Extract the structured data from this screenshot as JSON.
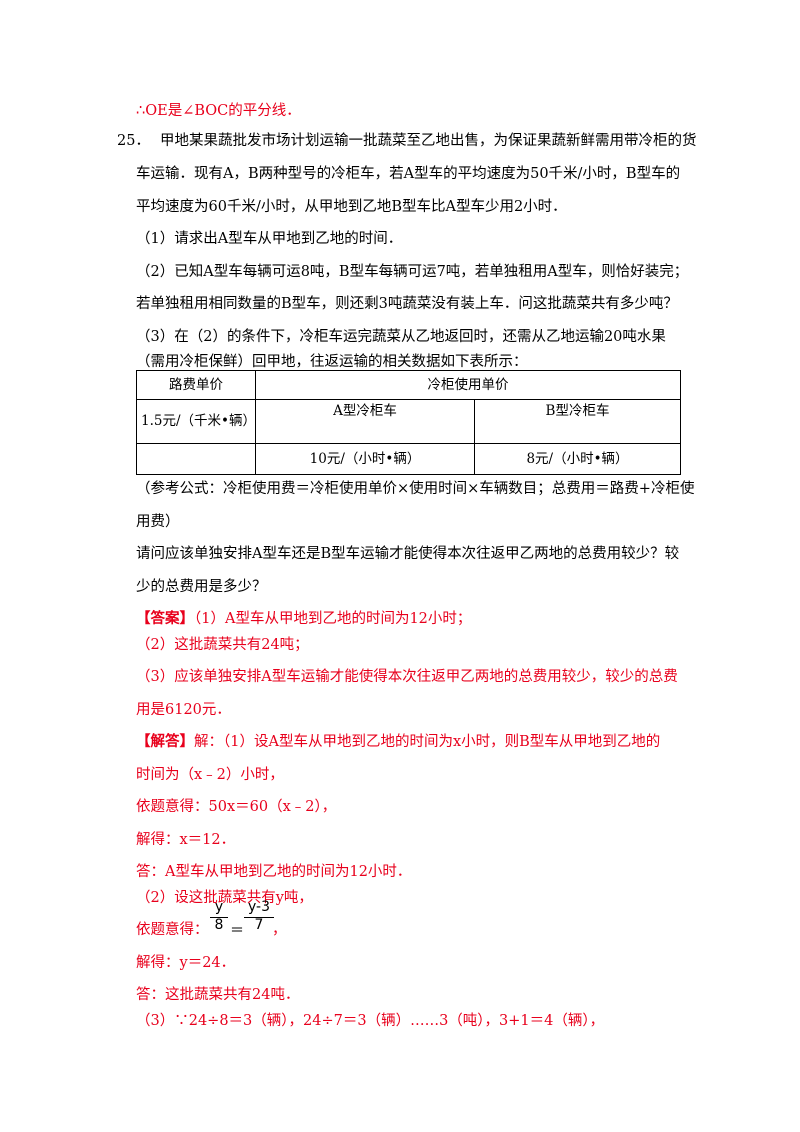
{
  "lines": {
    "l0": "∴OE是∠BOC的平分线．",
    "qnum": "25．",
    "q1": "甲地某果蔬批发市场计划运输一批蔬菜至乙地出售，为保证果蔬新鲜需用带冷柜的货",
    "q2": "车运输．现有A，B两种型号的冷柜车，若A型车的平均速度为50千米/小时，B型车的",
    "q3": "平均速度为60千米/小时，从甲地到乙地B型车比A型车少用2小时．",
    "q4": "（1）请求出A型车从甲地到乙地的时间．",
    "q5": "（2）已知A型车每辆可运8吨，B型车每辆可运7吨，若单独租用A型车，则恰好装完；",
    "q6": "若单独租用相同数量的B型车，则还剩3吨蔬菜没有装上车．问这批蔬菜共有多少吨？",
    "q7": "（3）在（2）的条件下，冷柜车运完蔬菜从乙地返回时，还需从乙地运输20吨水果",
    "q8": "（需用冷柜保鲜）回甲地，往返运输的相关数据如下表所示：",
    "f1": "（参考公式：冷柜使用费＝冷柜使用单价×使用时间×车辆数目；总费用＝路费+冷柜使",
    "f2": "用费）",
    "ask1": "请问应该单独安排A型车还是B型车运输才能使得本次往返甲乙两地的总费用较少？较",
    "ask2": "少的总费用是多少？",
    "ans_tag": "【答案】",
    "ans1": "（1）A型车从甲地到乙地的时间为12小时；",
    "ans2": "（2）这批蔬菜共有24吨；",
    "ans3a": "（3）应该单独安排A型车运输才能使得本次往返甲乙两地的总费用较少，较少的总费",
    "ans3b": "用是6120元．",
    "sol_tag": "【解答】",
    "sol1a": "解：（1）设A型车从甲地到乙地的时间为x小时，则B型车从甲地到乙地的",
    "sol1b": "时间为（x﹣2）小时，",
    "sol1c": "依题意得：50x＝60（x﹣2），",
    "sol1d": "解得：x＝12．",
    "sol1e": "答：A型车从甲地到乙地的时间为12小时．",
    "sol2a": "（2）设这批蔬菜共有y吨，",
    "sol2b_pre": "依题意得：",
    "sol2b_post": "，",
    "sol2c": "解得：y＝24．",
    "sol2d": "答：这批蔬菜共有24吨．",
    "sol3a": "（3）∵24÷8＝3（辆），24÷7＝3（辆）……3（吨），3+1＝4（辆），"
  },
  "fraction": {
    "num1": "y",
    "den1": "8",
    "eq": "＝",
    "num2": "y-3",
    "den2": "7"
  },
  "table": {
    "h_road": "路费单价",
    "h_cold": "冷柜使用单价",
    "road_value": "1.5元/（千米•辆）",
    "a_type": "A型冷柜车",
    "b_type": "B型冷柜车",
    "a_price": "10元/（小时•辆）",
    "b_price": "8元/（小时•辆）"
  },
  "colors": {
    "answer_red": "#e8001c",
    "text_black": "#000000"
  }
}
